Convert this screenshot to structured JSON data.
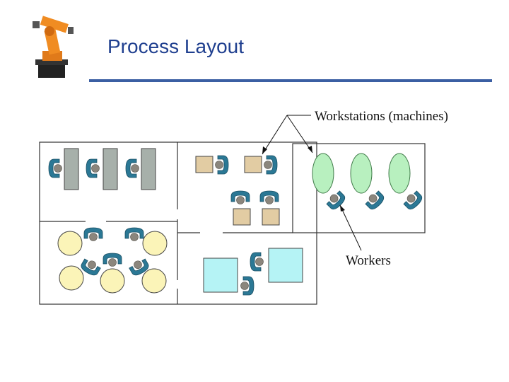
{
  "slide": {
    "title": "Process Layout"
  },
  "logo": {
    "icon": "robot-arm-icon"
  },
  "diagram": {
    "label_workstations": "Workstations (machines)",
    "label_workers": "Workers",
    "colors": {
      "gray_machine": "#a7b0aa",
      "tan_machine": "#e2cca3",
      "yellow_machine": "#fbf4b8",
      "cyan_machine": "#b5f3f5",
      "green_machine": "#b8f0bf",
      "worker_body": "#2b7895",
      "worker_head": "#8b867d",
      "title": "#1f3f8f",
      "rule": "#3b5fa3"
    }
  }
}
